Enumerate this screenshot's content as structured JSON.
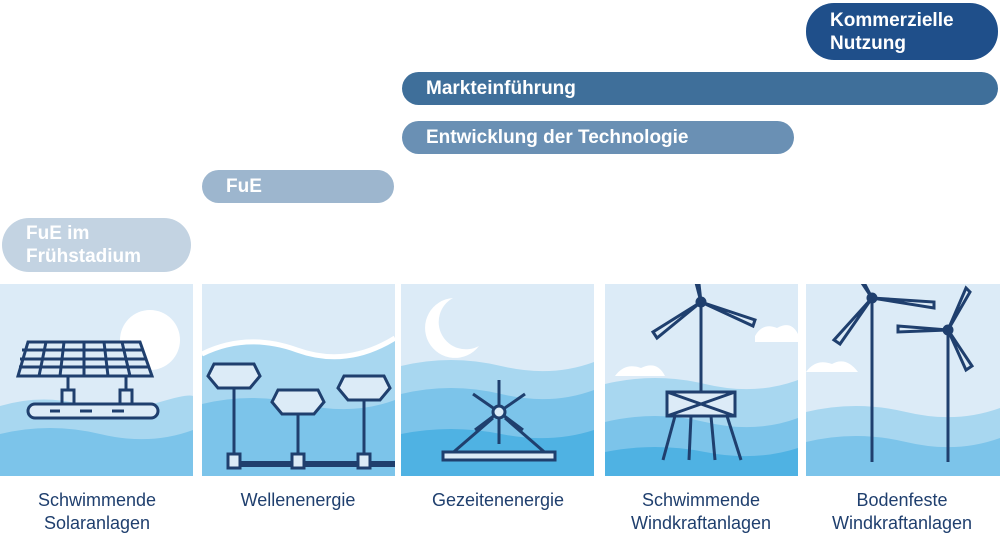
{
  "stages": {
    "early_rd": "FuE im Frühstadium",
    "rd": "FuE",
    "tech_development": "Entwicklung der Technologie",
    "market_introduction": "Markteinführung",
    "commercial_use": "Kommerzielle Nutzung"
  },
  "stages_display": {
    "early_rd_line1": "FuE im",
    "early_rd_line2": "Frühstadium",
    "commercial_line1": "Kommerzielle",
    "commercial_line2": "Nutzung"
  },
  "technologies": [
    {
      "line1": "Schwimmende",
      "line2": "Solaranlagen"
    },
    {
      "line1": "Wellenenergie",
      "line2": ""
    },
    {
      "line1": "Gezeitenenergie",
      "line2": ""
    },
    {
      "line1": "Schwimmende",
      "line2": "Windkraftanlagen"
    },
    {
      "line1": "Bodenfeste",
      "line2": "Windkraftanlagen"
    }
  ],
  "colors": {
    "early_rd": "#c3d3e2",
    "rd": "#9db6ce",
    "tech_development": "#6a90b4",
    "market_introduction": "#3f6f9a",
    "commercial_use": "#1f4f8a",
    "caption_text": "#1f3f6e",
    "sky": "#dcebf7",
    "water_light": "#a8d7f0",
    "water_mid": "#7cc4ea",
    "water_deep": "#4fb2e3",
    "line_art": "#1f3f6e"
  }
}
